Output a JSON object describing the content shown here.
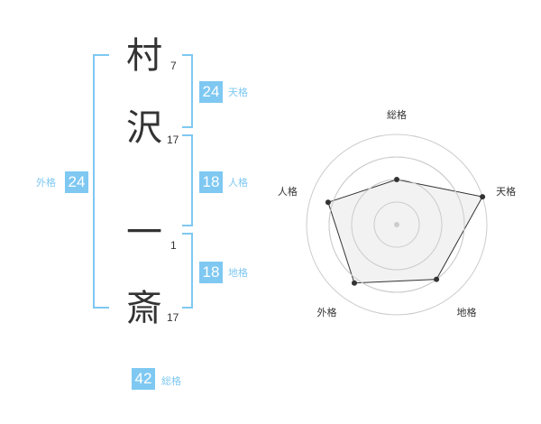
{
  "name": {
    "chars": [
      {
        "char": "村",
        "strokes": "7"
      },
      {
        "char": "沢",
        "strokes": "17"
      },
      {
        "char": "一",
        "strokes": "1"
      },
      {
        "char": "斎",
        "strokes": "17"
      }
    ]
  },
  "fortune": {
    "tenkaku": {
      "value": "24",
      "label": "天格"
    },
    "jinkaku": {
      "value": "18",
      "label": "人格"
    },
    "chikaku": {
      "value": "18",
      "label": "地格"
    },
    "gaikaku": {
      "value": "24",
      "label": "外格"
    },
    "soukaku": {
      "value": "42",
      "label": "総格"
    }
  },
  "chart_data": {
    "type": "radar",
    "axes": [
      "総格",
      "天格",
      "地格",
      "外格",
      "人格"
    ],
    "values": [
      0.5,
      1.0,
      0.75,
      0.8,
      0.8
    ],
    "range": [
      0,
      1
    ],
    "rings": 4,
    "colors": {
      "fill": "#f0f0f0",
      "line": "#333333",
      "grid": "#cccccc",
      "accent": "#7ec8f2"
    }
  }
}
